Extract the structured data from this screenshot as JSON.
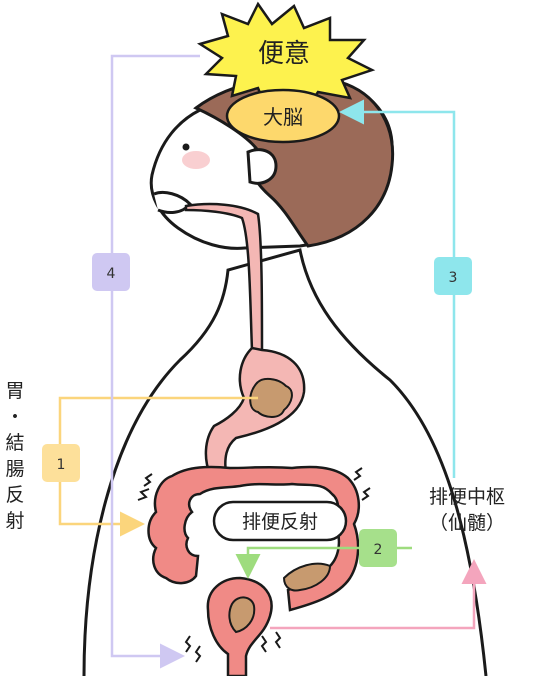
{
  "labels": {
    "urge": "便意",
    "brain": "大脳",
    "defecation_reflex": "排便反射",
    "defecation_center_line1": "排便中枢",
    "defecation_center_line2": "（仙髄）",
    "gastrocolic_reflex": [
      "胃",
      "・",
      "結",
      "腸",
      "反",
      "射"
    ]
  },
  "steps": [
    "1",
    "2",
    "3",
    "4"
  ],
  "colors": {
    "step1": "#fde09a",
    "step2": "#a6e08b",
    "step3": "#8ee6ec",
    "step4": "#cfc8f2",
    "intestine": "#f08a86",
    "stomach": "#f4b7b4",
    "hair": "#9b6a58",
    "brain": "#fdd86c",
    "burst": "#fdf24e",
    "reflex_arrow": "#f4a5bd"
  }
}
